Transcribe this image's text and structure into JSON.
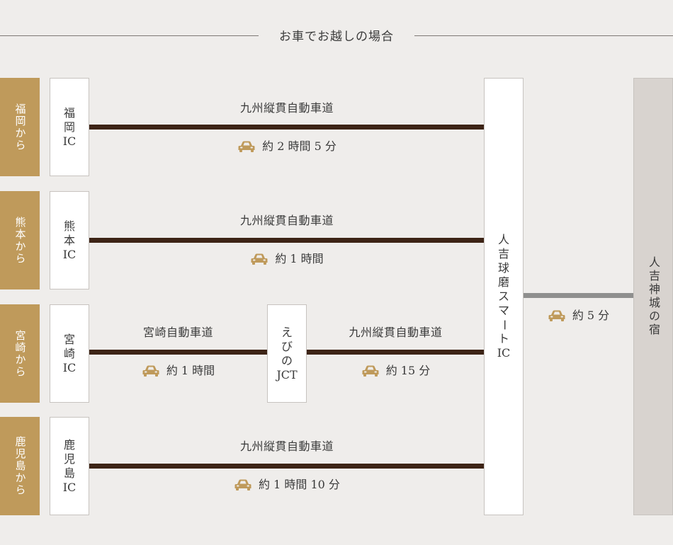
{
  "header": {
    "title": "お車でお越しの場合"
  },
  "routes": [
    {
      "origin": "福岡から",
      "ic_lines": [
        "福",
        "岡",
        "IC"
      ],
      "road": "九州縦貫自動車道",
      "time": "約 2 時間 5 分"
    },
    {
      "origin": "熊本から",
      "ic_lines": [
        "熊",
        "本",
        "IC"
      ],
      "road": "九州縦貫自動車道",
      "time": "約 1 時間"
    },
    {
      "origin": "宮崎から",
      "ic_lines": [
        "宮",
        "崎",
        "IC"
      ],
      "road": "宮崎自動車道",
      "time": "約 1 時間",
      "junction_lines": [
        "え",
        "び",
        "の",
        "JCT"
      ],
      "road2": "九州縦貫自動車道",
      "time2": "約 15 分"
    },
    {
      "origin": "鹿児島から",
      "ic_lines": [
        "鹿",
        "児",
        "島",
        "IC"
      ],
      "road": "九州縦貫自動車道",
      "time": "約 1 時間 10 分"
    }
  ],
  "smart_ic": {
    "lines": [
      "人",
      "吉",
      "球",
      "磨",
      "ス",
      "マ",
      "ー",
      "ト",
      "IC"
    ]
  },
  "final_leg": {
    "time": "約 5 分"
  },
  "destination": {
    "label": "人吉神城の宿"
  },
  "colors": {
    "background": "#efedeb",
    "origin_tab": "#bf9a5b",
    "road": "#3d2416",
    "road_final": "#8f8f8e",
    "destination": "#d8d3cf",
    "car_icon": "#bf9a5b"
  },
  "icons": {
    "car": "car-icon"
  }
}
